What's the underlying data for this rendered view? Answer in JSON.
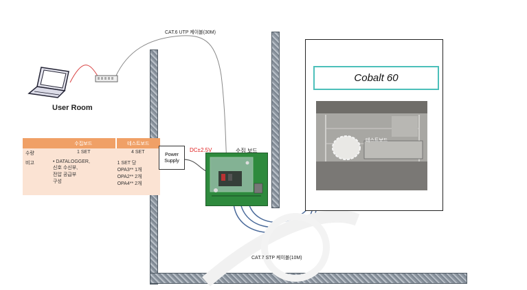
{
  "labels": {
    "cat6": "CAT.6  UTP 케이블(30M)",
    "cat7": "CAT.7 STP 케이블(10M)",
    "user_room": "User Room",
    "power_supply": "Power\nSupply",
    "voltage": "DC±2.5V",
    "collect_board": "수집 보드",
    "cobalt": "Cobalt 60",
    "test_board": "테스트보드"
  },
  "table": {
    "headers": [
      "",
      "수집보드",
      "테스트보드"
    ],
    "rows": [
      {
        "head": "수량",
        "col1": "1 SET",
        "col2": "4 SET"
      },
      {
        "head": "비고",
        "col1": "•   DATALOGGER,\n    신호 수신부,\n    전압 공급부\n    구성",
        "col2": "1 SET 당\nOPA3** 1개\nOPA2** 2개\nOPA4** 2개"
      }
    ]
  },
  "colors": {
    "table_header": "#f0a066",
    "table_body": "#fbe3d3",
    "voltage_text": "#e02020",
    "board_green": "#2e8a3d",
    "cobalt_border": "#4bbfb9",
    "cable_blue": "#4a6a9a"
  }
}
